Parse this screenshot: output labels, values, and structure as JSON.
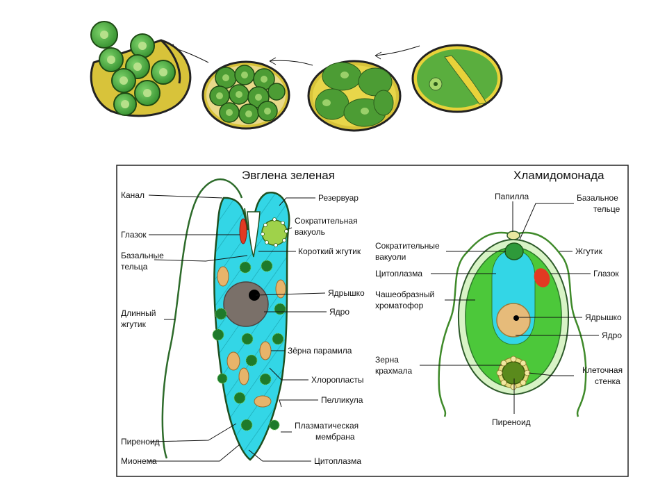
{
  "euglena": {
    "title": "Эвглена зеленая",
    "labels": {
      "canal": "Канал",
      "eyespot": "Глазок",
      "basal_1": "Базальные",
      "basal_2": "тельца",
      "long_flag_1": "Длинный",
      "long_flag_2": "жгутик",
      "pyrenoid": "Пиреноид",
      "myoneme": "Мионема",
      "reservoir": "Резервуар",
      "vacuole_1": "Сократительная",
      "vacuole_2": "вакуоль",
      "short_flag": "Короткий жгутик",
      "nucleolus": "Ядрышко",
      "nucleus": "Ядро",
      "paramylon": "Зёрна парамила",
      "chloroplasts": "Хлоропласты",
      "pellicle": "Пелликула",
      "membrane_1": "Плазматическая",
      "membrane_2": "мембрана",
      "cytoplasm": "Цитоплазма"
    }
  },
  "chlamydomonas": {
    "title": "Хламидомонада",
    "labels": {
      "papilla": "Папилла",
      "basal_1": "Базальное",
      "basal_2": "тельце",
      "vacuoles_1": "Сократительные",
      "vacuoles_2": "вакуоли",
      "flagellum": "Жгутик",
      "cytoplasm": "Цитоплазма",
      "eyespot": "Глазок",
      "chromatophore_1": "Чашеобразный",
      "chromatophore_2": "хроматофор",
      "nucleolus": "Ядрышко",
      "nucleus": "Ядро",
      "starch_1": "Зерна",
      "starch_2": "крахмала",
      "wall_1": "Клеточная",
      "wall_2": "стенка",
      "pyrenoid": "Пиреноид"
    }
  },
  "colors": {
    "euglena_fill": "#33d6e6",
    "euglena_stripes": "#1aa5b0",
    "chloroplast": "#1e7a2a",
    "paramylon": "#e7b46a",
    "nucleus": "#7a7069",
    "eyespot": "#e23a22",
    "chlamy_outer": "#d8f3c6",
    "chlamy_chromatophore": "#4cc83a",
    "chlamy_cytoplasm": "#33d6e6",
    "chlamy_nucleus": "#e6bb7a",
    "pyrenoid": "#5a8a1c",
    "flagellum": "#3f8a2a",
    "division_green": "#52a43a",
    "division_yellow": "#d8c33a"
  }
}
